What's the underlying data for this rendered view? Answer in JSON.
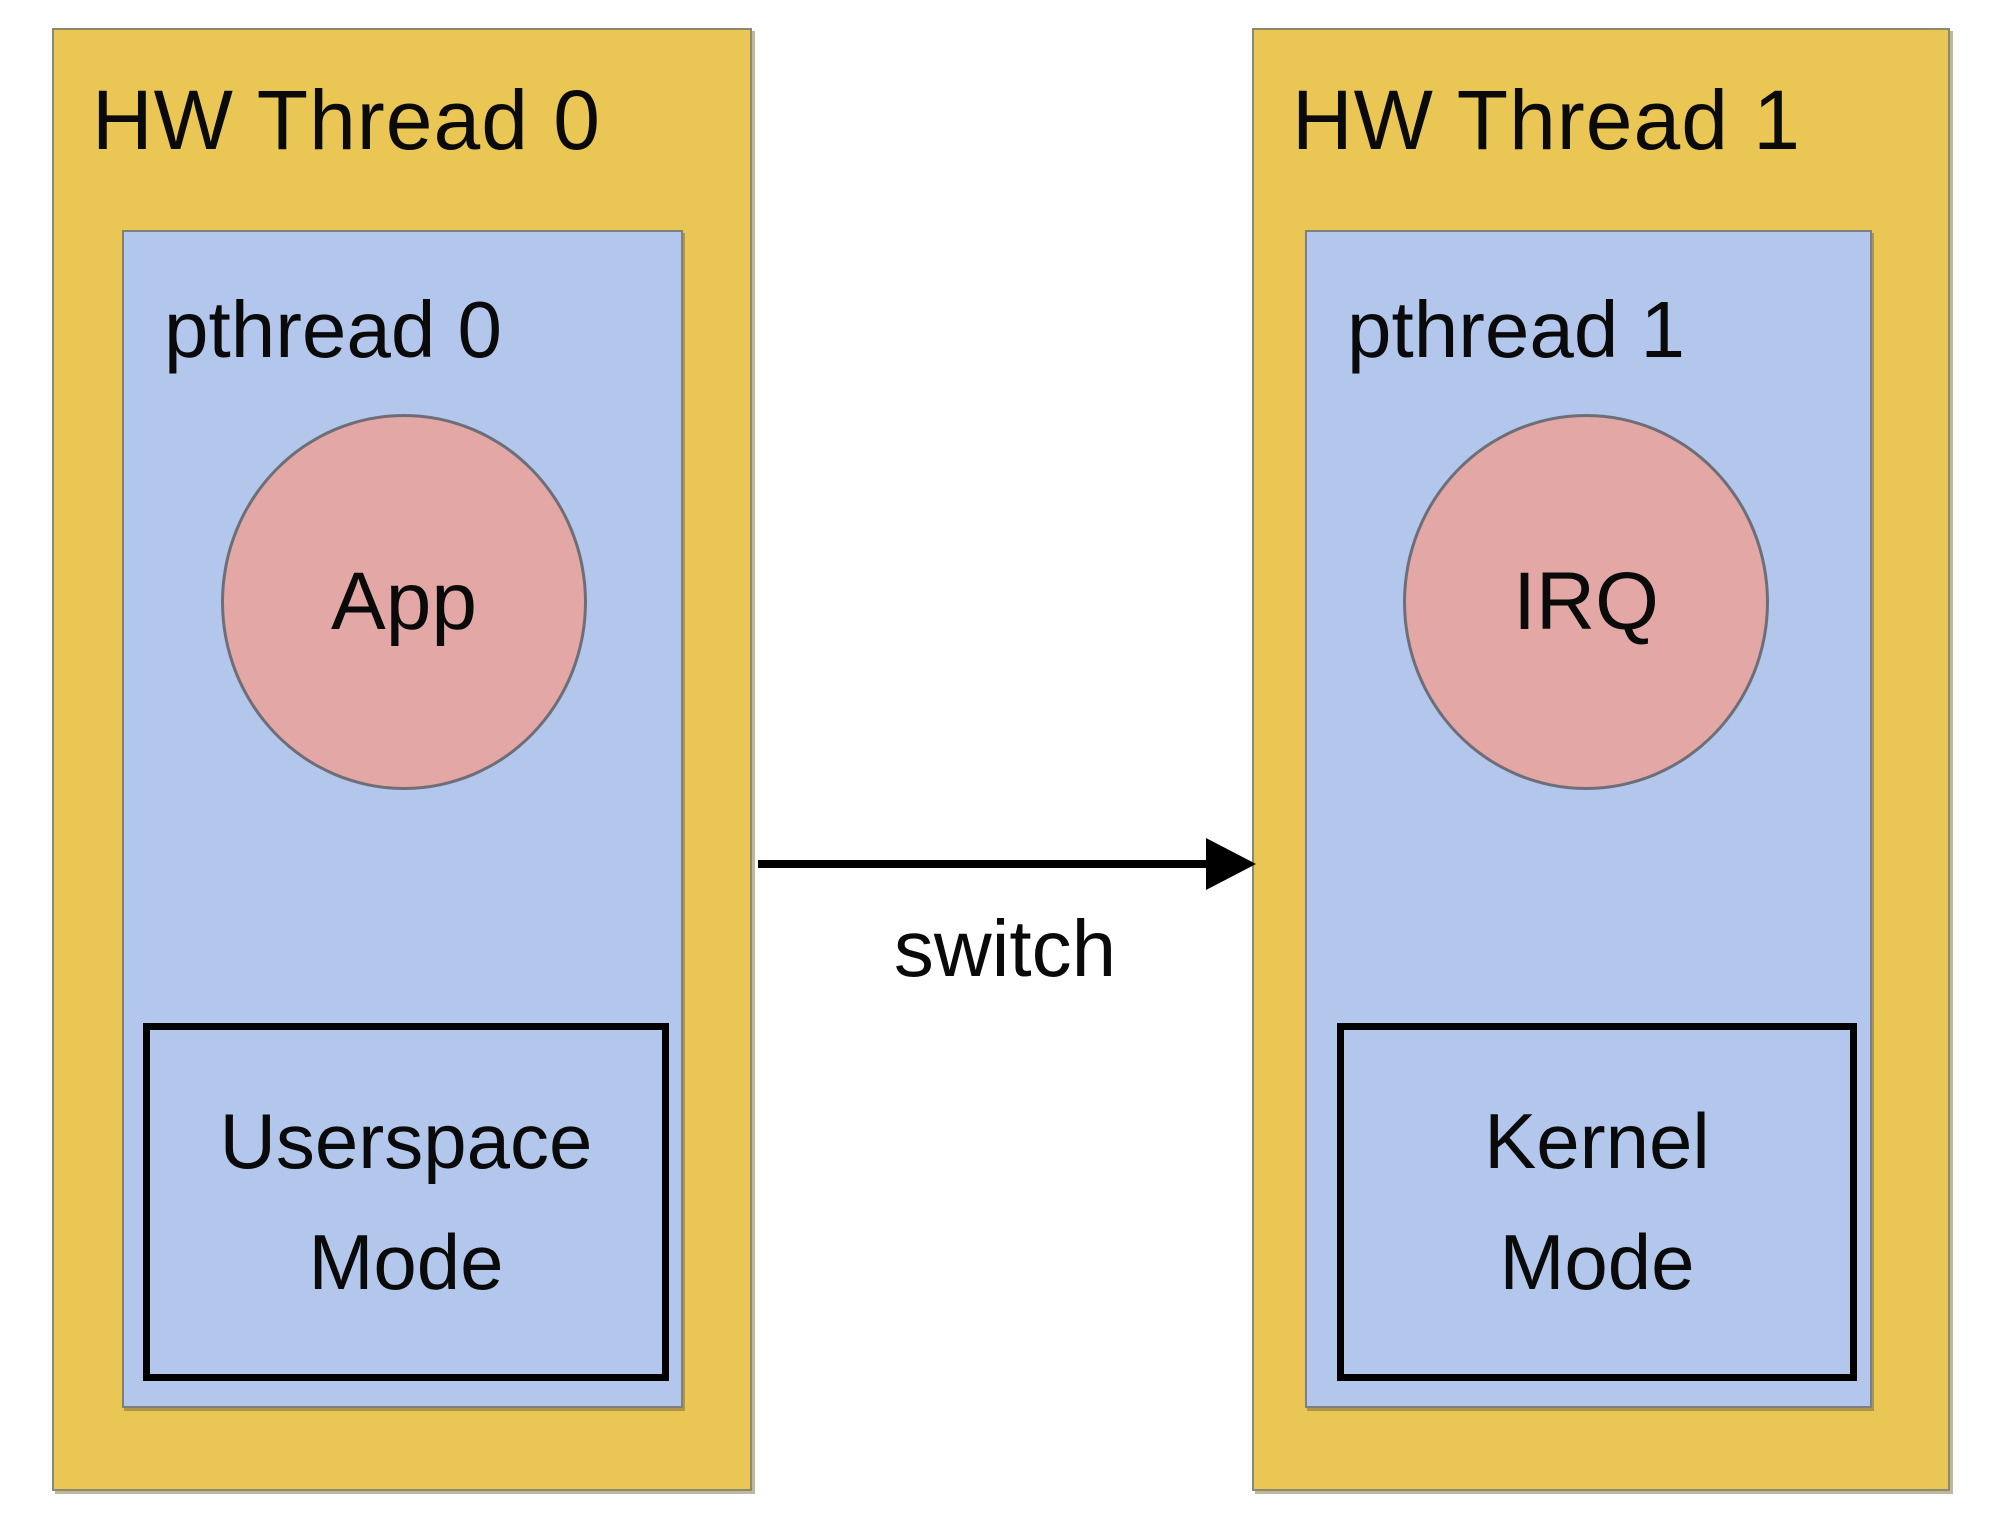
{
  "diagram": {
    "title": "pthread switch between hardware threads",
    "colors": {
      "background": "#ffffff",
      "hw_thread_fill": "#eac654",
      "pthread_fill": "#b3c6ec",
      "circle_fill": "#e3a7a5",
      "box_border_gray": "#7f7f7f",
      "mode_border": "#000000",
      "arrow": "#000000",
      "text": "#0a0a0a"
    },
    "left": {
      "hw_label": "HW Thread 0",
      "pthread_label": "pthread 0",
      "circle_label": "App",
      "mode_line1": "Userspace",
      "mode_line2": "Mode"
    },
    "right": {
      "hw_label": "HW Thread 1",
      "pthread_label": "pthread 1",
      "circle_label": "IRQ",
      "mode_line1": "Kernel",
      "mode_line2": "Mode"
    },
    "arrow_label": "switch"
  }
}
